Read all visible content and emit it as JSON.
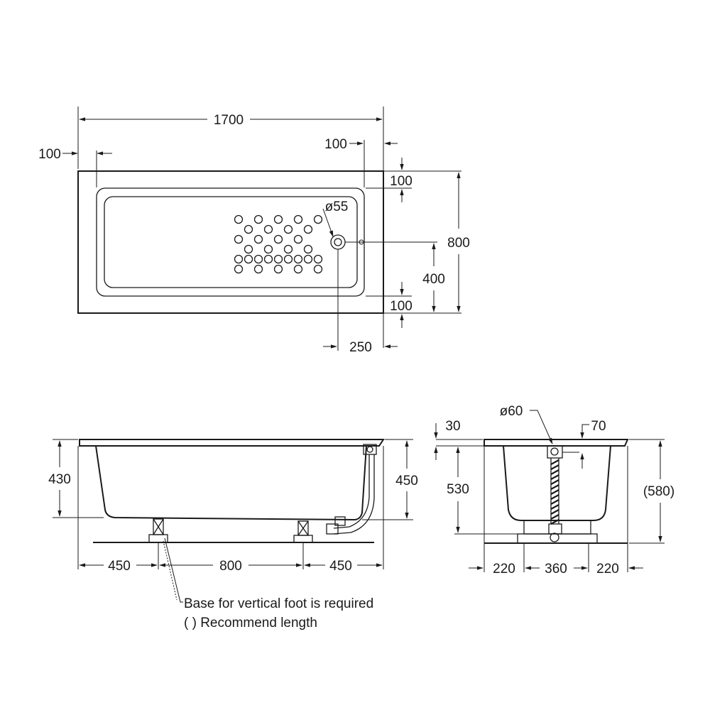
{
  "colors": {
    "line": "#1a1a1a",
    "background": "#ffffff"
  },
  "top_view": {
    "overall_length": "1700",
    "left_rim": "100",
    "right_rim": "100",
    "top_rim": "100",
    "bottom_rim": "100",
    "overall_width": "800",
    "drain_height": "400",
    "drain_offset": "250",
    "drain_diameter": "ø55"
  },
  "side_view": {
    "inner_depth": "430",
    "outer_height": "450",
    "foot_left": "450",
    "foot_span": "800",
    "foot_right": "450"
  },
  "end_view": {
    "rim_thickness": "30",
    "overflow_offset": "70",
    "overflow_diameter": "ø60",
    "inner_height": "530",
    "total_height": "(580)",
    "side_left": "220",
    "center_width": "360",
    "side_right": "220"
  },
  "notes": {
    "base_note": "Base for vertical foot is required",
    "length_note": "( ) Recommend length"
  }
}
